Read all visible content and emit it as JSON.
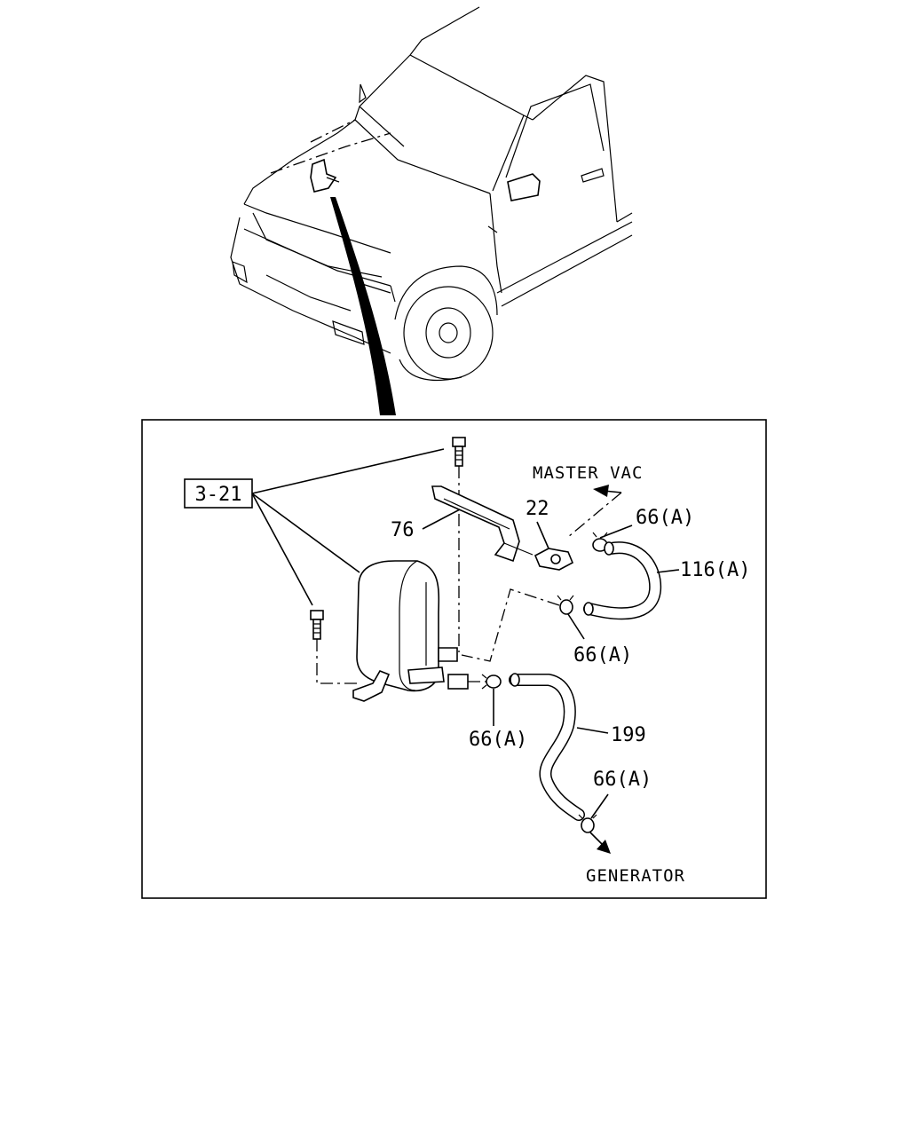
{
  "labels": {
    "ref_group": "3-21",
    "part_76": "76",
    "part_22": "22",
    "part_66a_top": "66(A)",
    "part_116a": "116(A)",
    "part_66a_mid": "66(A)",
    "part_66a_bottom_left": "66(A)",
    "part_199": "199",
    "part_66a_bottom_right": "66(A)"
  },
  "destinations": {
    "master_vac": "MASTER VAC",
    "generator": "GENERATOR"
  },
  "colors": {
    "line": "#000000",
    "background": "#ffffff"
  }
}
